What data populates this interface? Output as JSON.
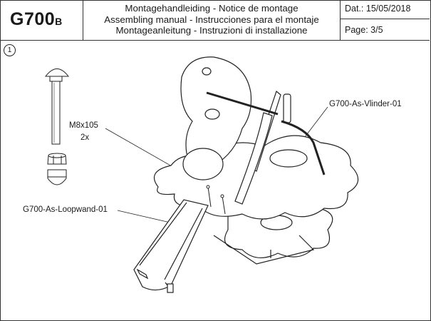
{
  "header": {
    "model_code": "G700",
    "model_suffix": "B",
    "titles": [
      "Montagehandleiding - Notice de montage",
      "Assembling manual - Instrucciones para el montaje",
      "Montageanleitung - Instruzioni di installazione"
    ],
    "date": "Dat.: 15/05/2018",
    "page": "Page: 3/5"
  },
  "step": {
    "number": "1"
  },
  "callouts": {
    "bolt_size": "M8x105",
    "bolt_qty": "2x",
    "part_vlinder": "G700-As-Vlinder-01",
    "part_loopwand": "G700-As-Loopwand-01"
  }
}
